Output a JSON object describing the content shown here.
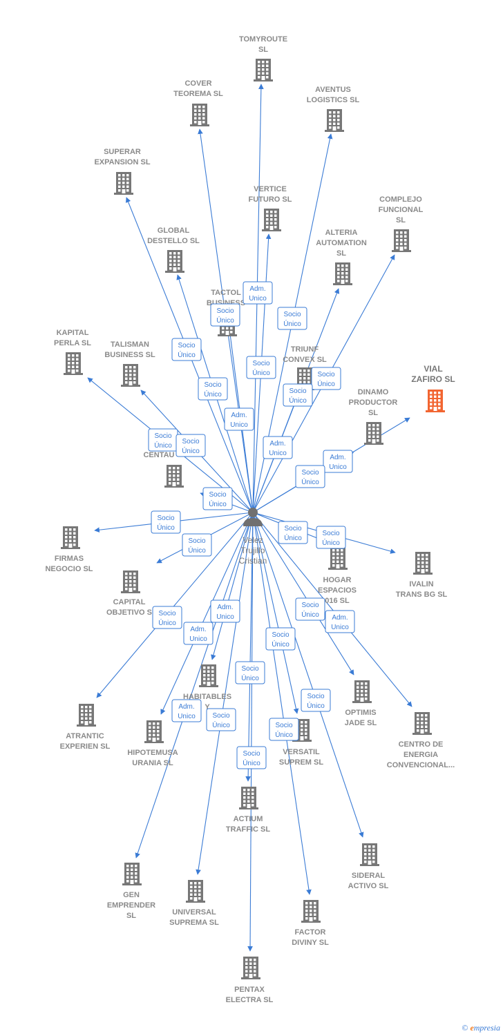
{
  "person": {
    "name_lines": [
      "Velez",
      "Trujillo",
      "Cristian"
    ]
  },
  "companies": [
    {
      "id": "tomyroute",
      "lines": [
        "TOMYROUTE",
        "SL"
      ],
      "highlight": false
    },
    {
      "id": "cover",
      "lines": [
        "COVER",
        "TEOREMA  SL"
      ],
      "highlight": false
    },
    {
      "id": "aventus",
      "lines": [
        "AVENTUS",
        "LOGISTICS  SL"
      ],
      "highlight": false
    },
    {
      "id": "superar",
      "lines": [
        "SUPERAR",
        "EXPANSION  SL"
      ],
      "highlight": false
    },
    {
      "id": "vertice",
      "lines": [
        "VERTICE",
        "FUTURO  SL"
      ],
      "highlight": false
    },
    {
      "id": "complejo",
      "lines": [
        "COMPLEJO",
        "FUNCIONAL",
        "SL"
      ],
      "highlight": false
    },
    {
      "id": "global",
      "lines": [
        "GLOBAL",
        "DESTELLO  SL"
      ],
      "highlight": false
    },
    {
      "id": "alteria",
      "lines": [
        "ALTERIA",
        "AUTOMATION",
        "SL"
      ],
      "highlight": false
    },
    {
      "id": "tactol",
      "lines": [
        "TACTOL",
        "BUSINESS"
      ],
      "highlight": false
    },
    {
      "id": "kapital",
      "lines": [
        "KAPITAL",
        "PERLA  SL"
      ],
      "highlight": false
    },
    {
      "id": "talisman",
      "lines": [
        "TALISMAN",
        "BUSINESS  SL"
      ],
      "highlight": false
    },
    {
      "id": "triunf",
      "lines": [
        "TRIUNF",
        "CONVEX  SL"
      ],
      "highlight": false
    },
    {
      "id": "vial",
      "lines": [
        "VIAL",
        "ZAFIRO  SL"
      ],
      "highlight": true
    },
    {
      "id": "dinamo",
      "lines": [
        "DINAMO",
        "PRODUCTOR",
        "SL"
      ],
      "highlight": false
    },
    {
      "id": "centau",
      "lines": [
        "CENTAU"
      ],
      "highlight": false
    },
    {
      "id": "firmas",
      "lines": [
        "FIRMAS",
        "NEGOCIO  SL"
      ],
      "highlight": false
    },
    {
      "id": "capital",
      "lines": [
        "CAPITAL",
        "OBJETIVO  S"
      ],
      "highlight": false
    },
    {
      "id": "hogar",
      "lines": [
        "HOGAR",
        "ESPACIOS",
        "016  SL"
      ],
      "highlight": false
    },
    {
      "id": "ivalin",
      "lines": [
        "IVALIN",
        "TRANS BG  SL"
      ],
      "highlight": false
    },
    {
      "id": "atrantic",
      "lines": [
        "ATRANTIC",
        "EXPERIEN  SL"
      ],
      "highlight": false
    },
    {
      "id": "hipotemusa",
      "lines": [
        "HIPOTEMUSA",
        "URANIA  SL"
      ],
      "highlight": false
    },
    {
      "id": "habitables",
      "lines": [
        "HABITABLES",
        "Y"
      ],
      "highlight": false
    },
    {
      "id": "optimis",
      "lines": [
        "OPTIMIS",
        "JADE  SL"
      ],
      "highlight": false
    },
    {
      "id": "centro",
      "lines": [
        "CENTRO DE",
        "ENERGIA",
        "CONVENCIONAL..."
      ],
      "highlight": false
    },
    {
      "id": "versatil",
      "lines": [
        "VERSATIL",
        "SUPREM  SL"
      ],
      "highlight": false
    },
    {
      "id": "actium",
      "lines": [
        "ACTIUM",
        "TRAFFIC  SL"
      ],
      "highlight": false
    },
    {
      "id": "sideral",
      "lines": [
        "SIDERAL",
        "ACTIVO  SL"
      ],
      "highlight": false
    },
    {
      "id": "gen",
      "lines": [
        "GEN",
        "EMPRENDER",
        "SL"
      ],
      "highlight": false
    },
    {
      "id": "universal",
      "lines": [
        "UNIVERSAL",
        "SUPREMA  SL"
      ],
      "highlight": false
    },
    {
      "id": "factor",
      "lines": [
        "FACTOR",
        "DIVINY  SL"
      ],
      "highlight": false
    },
    {
      "id": "pentax",
      "lines": [
        "PENTAX",
        "ELECTRA  SL"
      ],
      "highlight": false
    }
  ],
  "relations": [
    {
      "target": "tomyroute",
      "role": [
        "Adm.",
        "Unico"
      ]
    },
    {
      "target": "cover",
      "role": [
        "Socio",
        "Único"
      ]
    },
    {
      "target": "aventus",
      "role": [
        "Socio",
        "Único"
      ]
    },
    {
      "target": "superar",
      "role": [
        "Socio",
        "Único"
      ]
    },
    {
      "target": "vertice",
      "role": [
        "Socio",
        "Único"
      ]
    },
    {
      "target": "complejo",
      "role": [
        "Socio",
        "Único"
      ]
    },
    {
      "target": "global",
      "role": [
        "Socio",
        "Único"
      ]
    },
    {
      "target": "alteria",
      "role": [
        "Socio",
        "Único"
      ]
    },
    {
      "target": "tactol",
      "role": [
        "Adm.",
        "Unico"
      ]
    },
    {
      "target": "kapital",
      "role": [
        "Socio",
        "Único"
      ]
    },
    {
      "target": "talisman",
      "role": [
        "Socio",
        "Único"
      ]
    },
    {
      "target": "triunf",
      "role": [
        "Adm.",
        "Unico"
      ]
    },
    {
      "target": "vial",
      "role": [
        "Adm.",
        "Unico"
      ]
    },
    {
      "target": "dinamo",
      "role": [
        "Socio",
        "Único"
      ]
    },
    {
      "target": "centau",
      "role": [
        "Socio",
        "Único"
      ]
    },
    {
      "target": "firmas",
      "role": [
        "Socio",
        "Único"
      ]
    },
    {
      "target": "capital",
      "role": [
        "Socio",
        "Único"
      ]
    },
    {
      "target": "hogar",
      "role": [
        "Socio",
        "Único"
      ]
    },
    {
      "target": "ivalin",
      "role": [
        "Socio",
        "Único"
      ]
    },
    {
      "target": "atrantic",
      "role": [
        "Socio",
        "Único"
      ]
    },
    {
      "target": "hipotemusa",
      "role": [
        "Adm.",
        "Unico"
      ]
    },
    {
      "target": "habitables",
      "role": [
        "Adm.",
        "Unico"
      ]
    },
    {
      "target": "optimis",
      "role": [
        "Socio",
        "Único"
      ]
    },
    {
      "target": "centro",
      "role": [
        "Adm.",
        "Unico"
      ]
    },
    {
      "target": "versatil",
      "role": [
        "Socio",
        "Único"
      ]
    },
    {
      "target": "actium",
      "role": [
        "Socio",
        "Único"
      ]
    },
    {
      "target": "sideral",
      "role": [
        "Socio",
        "Único"
      ]
    },
    {
      "target": "gen",
      "role": [
        "Adm.",
        "Unico"
      ]
    },
    {
      "target": "universal",
      "role": [
        "Socio",
        "Único"
      ]
    },
    {
      "target": "factor",
      "role": [
        "Socio",
        "Único"
      ]
    },
    {
      "target": "pentax",
      "role": [
        "Socio",
        "Único"
      ]
    }
  ],
  "footer": {
    "copyright": "©",
    "brand_initial": "e",
    "brand_rest": "mpresia"
  },
  "colors": {
    "edge": "#3a7bd5",
    "building": "#777777",
    "highlight": "#f26531",
    "label": "#8a8a8a"
  }
}
